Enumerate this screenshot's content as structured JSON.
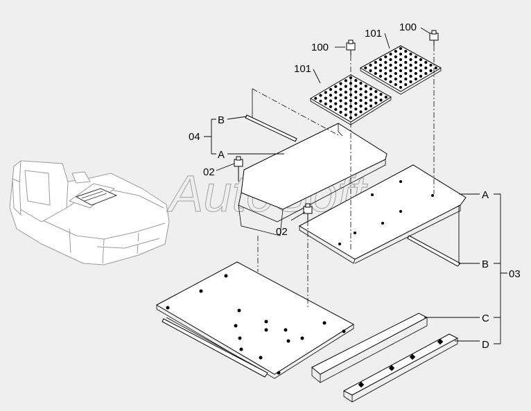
{
  "watermark": "AutoSoft",
  "labels": {
    "l100a": "100",
    "l100b": "100",
    "l101a": "101",
    "l101b": "101",
    "l04": "04",
    "lB1": "B",
    "lA1": "A",
    "l02a": "02",
    "l02b": "02",
    "lA2": "A",
    "lB2": "B",
    "lC": "C",
    "lD": "D",
    "l03": "03"
  }
}
